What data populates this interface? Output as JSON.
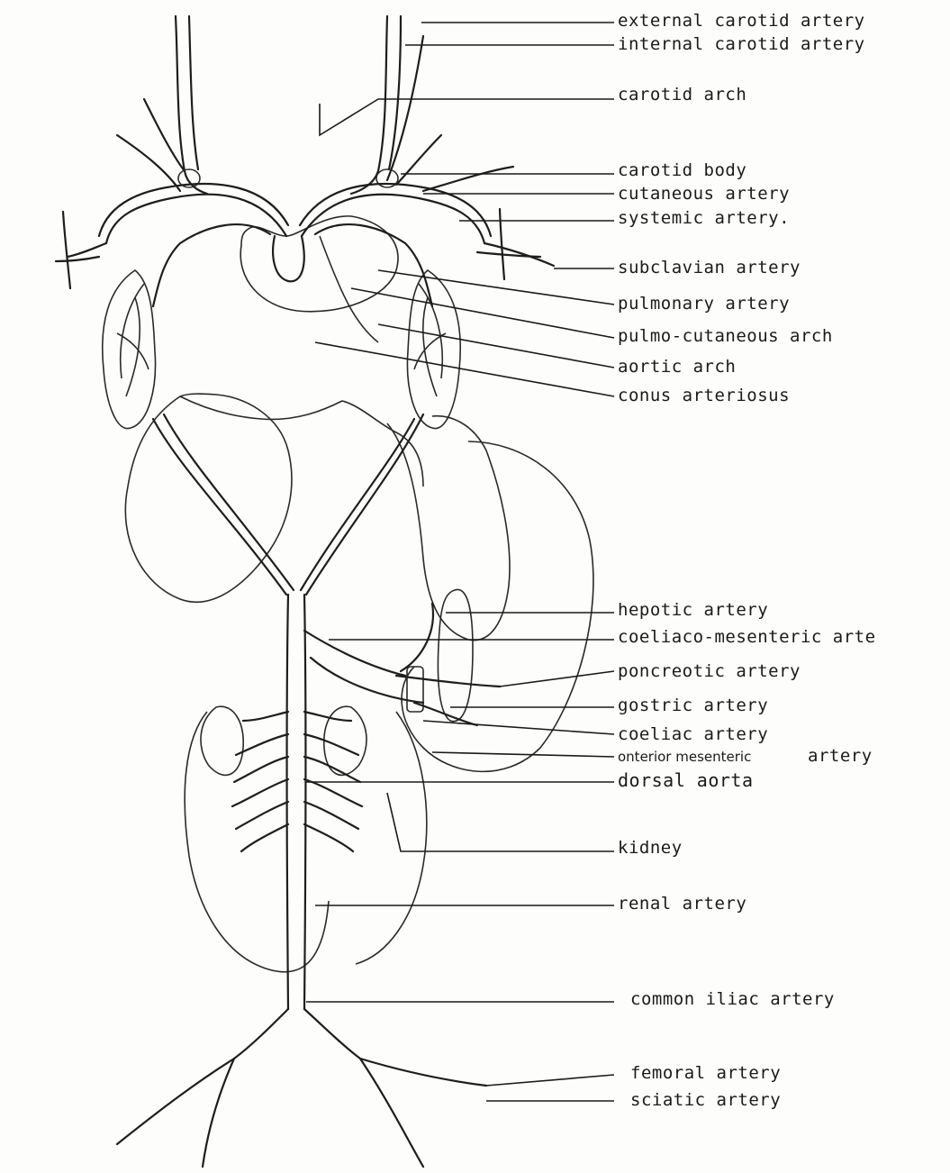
{
  "labels": {
    "external_carotid": "external carotid artery",
    "internal_carotid": "internal carotid artery",
    "carotid_arch": "carotid arch",
    "carotid_body": "carotid body",
    "cutaneous": "cutaneous artery",
    "systemic": "systemic artery.",
    "subclavian": "subclavian artery",
    "pulmonary": "pulmonary artery",
    "pulmo_cutaneous": "pulmo-cutaneous arch",
    "aortic_arch": "aortic arch",
    "conus": "conus arteriosus",
    "hepatic": "hepotic artery",
    "coeliaco": "coeliaco-mesenteric arte",
    "pancreatic": "poncreotic artery",
    "gastric": "gostric artery",
    "coeliac": "coeliac artery",
    "anterior_mes_prefix": "onterior mesenteric",
    "anterior_mes_suffix": "artery",
    "dorsal_aorta": "dorsal aorta",
    "kidney": "kidney",
    "renal": "renal artery",
    "common_iliac": "common iliac artery",
    "femoral": "femoral artery",
    "sciatic": "sciatic artery"
  },
  "colors": {
    "ink": "#1a1a1a",
    "background": "#fdfdfb",
    "bleed_text": "#d8d8d4"
  }
}
